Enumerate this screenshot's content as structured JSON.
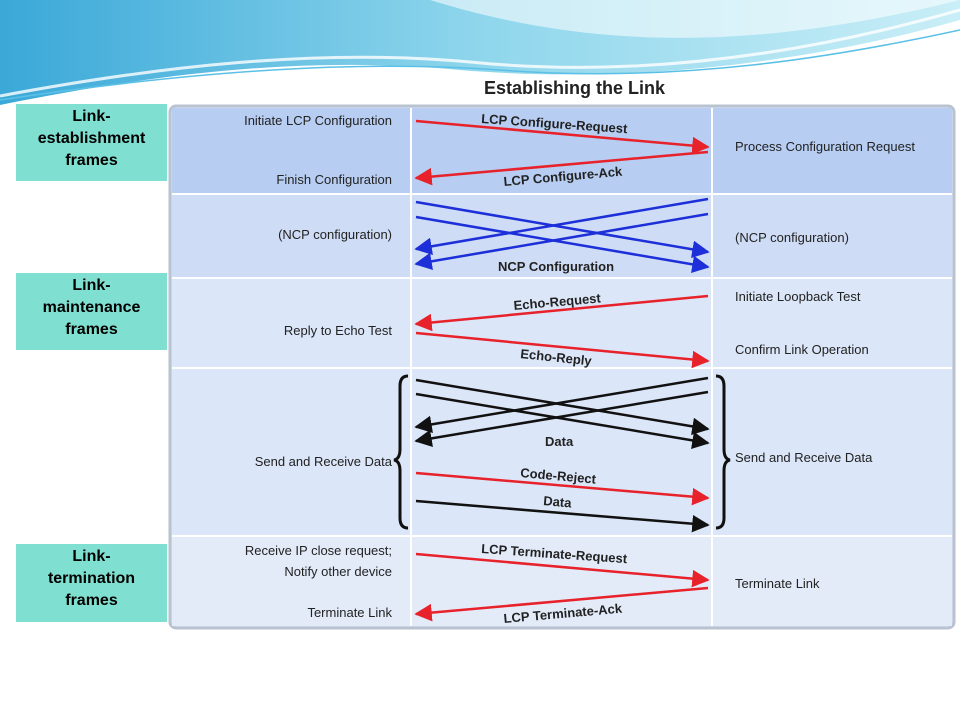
{
  "title": "Establishing the Link",
  "side_labels": [
    {
      "text": "Link-\nestablishment\nframes"
    },
    {
      "text": "Link-\nmaintenance\nframes"
    },
    {
      "text": "Link-\ntermination\nframes"
    }
  ],
  "rows": {
    "establish": {
      "left_top": "Initiate LCP Configuration",
      "left_bottom": "Finish Configuration",
      "right": "Process Configuration Request",
      "arrow_top": "LCP Configure-Request",
      "arrow_bottom": "LCP Configure-Ack"
    },
    "ncp": {
      "left": "(NCP configuration)",
      "right": "(NCP configuration)",
      "arrow": "NCP Configuration"
    },
    "maintain": {
      "left": "Reply to Echo Test",
      "right_top": "Initiate Loopback Test",
      "right_bottom": "Confirm Link Operation",
      "arrow_top": "Echo-Request",
      "arrow_bottom": "Echo-Reply"
    },
    "data": {
      "left": "Send and Receive Data",
      "right": "Send and Receive Data",
      "arrow_data1": "Data",
      "arrow_reject": "Code-Reject",
      "arrow_data2": "Data"
    },
    "terminate": {
      "left_top1": "Receive IP close request;",
      "left_top2": "Notify other device",
      "left_bottom": "Terminate Link",
      "right": "Terminate Link",
      "arrow_top": "LCP Terminate-Request",
      "arrow_bottom": "LCP Terminate-Ack"
    }
  },
  "colors": {
    "red_arrow": "#e8222a",
    "blue_arrow": "#1c2fd8",
    "black_arrow": "#111111",
    "label_bg": "#7fdfd0",
    "top_row_bg": "#b7cdf2",
    "row_bg": "#dbe6f8"
  }
}
